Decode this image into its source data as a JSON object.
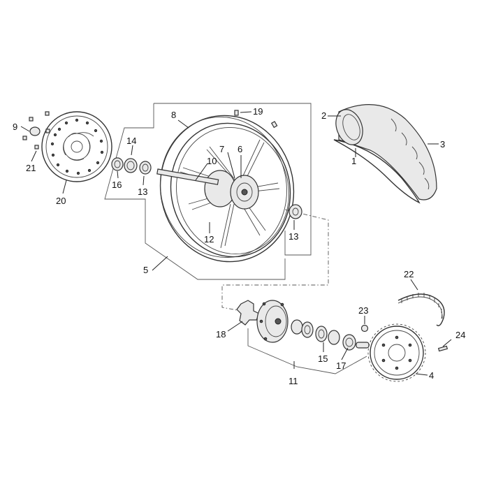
{
  "callouts": {
    "c1": "1",
    "c2": "2",
    "c3": "3",
    "c4": "4",
    "c5": "5",
    "c6": "6",
    "c7": "7",
    "c8": "8",
    "c9": "9",
    "c10": "10",
    "c11": "11",
    "c12": "12",
    "c13a": "13",
    "c13b": "13",
    "c14": "14",
    "c15": "15",
    "c16": "16",
    "c17": "17",
    "c18": "18",
    "c19": "19",
    "c20": "20",
    "c21": "21",
    "c22": "22",
    "c23": "23",
    "c24": "24"
  }
}
